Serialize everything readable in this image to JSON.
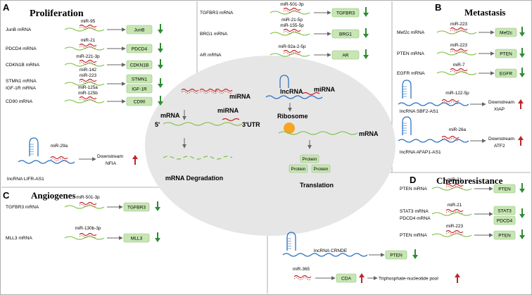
{
  "panels": {
    "A": {
      "letter": "A",
      "title": "Proliferation"
    },
    "B": {
      "letter": "B",
      "title": "Metastasis"
    },
    "C": {
      "letter": "C",
      "title": "Angiogenes"
    },
    "D": {
      "letter": "D",
      "title": "Chemoresistance"
    }
  },
  "proliferation": [
    {
      "target": "JunB mRNA",
      "mirna": "miR-95",
      "product": "JunB",
      "effect": "down"
    },
    {
      "target": "PDCD4 mRNA",
      "mirna": "miR-21",
      "product": "PDCD4",
      "effect": "down"
    },
    {
      "target": "CDKN1B mRNA",
      "mirna": "miR-221-3p",
      "product": "CDKN1B",
      "effect": "down"
    },
    {
      "target": "STMN1 mRNA",
      "target2": "IGF-1R mRNA",
      "mirna": "miR-142",
      "mirna2": "miR-223",
      "product": "STMN1",
      "product2": "IGF-1R",
      "effect": "down"
    },
    {
      "target": "CD90 mRNA",
      "mirna": "miR-125a",
      "mirna2": "miR-125b",
      "product": "CD90",
      "effect": "down"
    },
    {
      "target": "lncRNA LIFR-AS1",
      "mirna": "miR-29a",
      "product": "Downstream",
      "product2": "NFIA",
      "effect": "up"
    }
  ],
  "center_top": [
    {
      "target": "TGFBR3 mRNA",
      "mirna": "miR-501-3p",
      "product": "TGFBR3",
      "effect": "down"
    },
    {
      "target": "BRG1 mRNA",
      "mirna": "miR-21-5p",
      "mirna2": "miR-155-5p",
      "product": "BRG1",
      "effect": "down"
    },
    {
      "target": "AR mRNA",
      "mirna": "miR-92a-2-5p",
      "product": "AR",
      "effect": "down"
    }
  ],
  "metastasis": [
    {
      "target": "Mef2c mRNA",
      "mirna": "miR-223",
      "product": "Mef2c",
      "effect": "down"
    },
    {
      "target": "PTEN mRNA",
      "mirna": "miR-223",
      "product": "PTEN",
      "effect": "down"
    },
    {
      "target": "EGFR mRNA",
      "mirna": "miR-7",
      "product": "EGFR",
      "effect": "down"
    },
    {
      "target": "lncRNA SBF2-AS1",
      "mirna": "miR-122-5p",
      "product": "Downstream",
      "product2": "XIAP",
      "effect": "up"
    },
    {
      "target": "lncRNA AFAP1-AS1",
      "mirna": "miR-26a",
      "product": "Downstream",
      "product2": "ATF2",
      "effect": "up"
    }
  ],
  "angiogenesis": [
    {
      "target": "TGFBR3 mRNA",
      "mirna": "miR-501-3p",
      "product": "TGFBR3",
      "effect": "down"
    },
    {
      "target": "MLL3 mRNA",
      "mirna": "miR-130b-3p",
      "product": "MLL3",
      "effect": "down"
    }
  ],
  "chemoresistance": [
    {
      "target": "PTEN mRNA",
      "mirna": "miR-21",
      "product": "PTEN",
      "effect": "down"
    },
    {
      "target": "STAT3 mRNA",
      "target2": "PDCD4 mRNA",
      "mirna": "miR-21",
      "product": "STAT3",
      "product2": "PDCD4",
      "effect": "down"
    },
    {
      "target": "PTEN mRNA",
      "mirna": "miR-223",
      "product": "PTEN",
      "effect": "down"
    },
    {
      "target": "lncRNA CRNDE",
      "product": "PTEN",
      "effect": "down"
    },
    {
      "mirna": "miR-365",
      "product": "CDA",
      "effect": "up",
      "outcome": "Triphosphate-nucleotide pool",
      "outcome_effect": "up"
    }
  ],
  "center": {
    "mirna_label": "miRNA",
    "mrna_label": "mRNA",
    "five_prime": "5'",
    "three_utr": "3'UTR",
    "mirna_bound": "miRNA",
    "degradation": "mRNA Degradation",
    "lncrna": "lncRNA",
    "mirna_sponge": "miRNA",
    "ribosome": "Ribosome",
    "mrna_right": "mRNA",
    "protein": "Protein",
    "translation": "Translation"
  },
  "colors": {
    "rna_green": "#7cbf3f",
    "lncrna_blue": "#2e74c4",
    "mirna_red": "#c0242a",
    "box_fill": "#c7e6b3",
    "ellipse_fill": "#e6e6e6",
    "ribosome": "#f5a623",
    "down_arrow": "#2e8b33",
    "up_arrow": "#c0242a"
  }
}
